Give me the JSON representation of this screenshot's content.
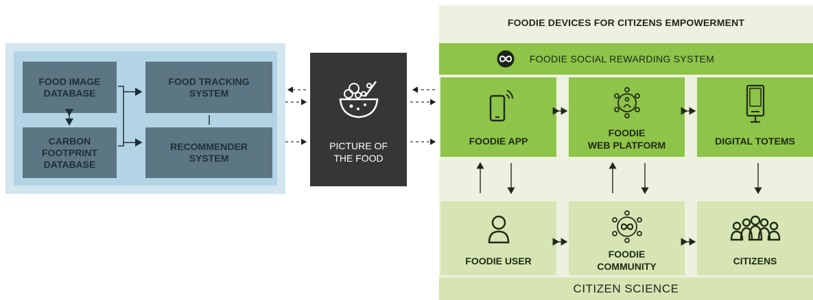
{
  "left": {
    "food_image_db": [
      "FOOD IMAGE",
      "DATABASE"
    ],
    "carbon_db": [
      "CARBON",
      "FOOTPRINT",
      "DATABASE"
    ],
    "food_tracking": [
      "FOOD TRACKING",
      "SYSTEM"
    ],
    "recommender": [
      "RECOMMENDER",
      "SYSTEM"
    ]
  },
  "picture": {
    "line1": "PICTURE OF",
    "line2": "THE FOOD"
  },
  "right": {
    "header": "FOODIE DEVICES FOR CITIZENS EMPOWERMENT",
    "rewarding": "FOODIE SOCIAL REWARDING SYSTEM",
    "devices": {
      "app": "FOODIE APP",
      "web": [
        "FOODIE",
        "WEB PLATFORM"
      ],
      "totems": "DIGITAL TOTEMS"
    },
    "users": {
      "user": "FOODIE USER",
      "community": [
        "FOODIE",
        "COMMUNITY"
      ],
      "citizens": "CITIZENS"
    },
    "footer": "CITIZEN SCIENCE"
  },
  "icons": [
    "database-link-arrows",
    "food-bowl-icon",
    "infinity-icon",
    "smartphone-icon",
    "network-people-icon",
    "kiosk-totem-icon",
    "person-icon",
    "community-icon",
    "crowd-icon"
  ],
  "colors": {
    "slate": "#5d7683",
    "panel": "#b3d4e4",
    "dark": "#363636",
    "green": "#8dc449",
    "light_green": "#d6e5b3",
    "cream": "#eef1df"
  }
}
